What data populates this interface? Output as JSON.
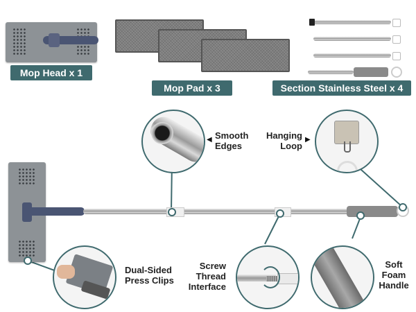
{
  "components": {
    "mop_head": "Mop Head x 1",
    "mop_pad": "Mop Pad x 3",
    "steel_sections": "Section Stainless Steel x 4"
  },
  "features": {
    "smooth_edges": "Smooth Edges",
    "hanging_loop": "Hanging Loop",
    "dual_sided": "Dual-Sided Press Clips",
    "screw_thread": "Screw Thread Interface",
    "soft_foam": "Soft Foam Handle"
  },
  "colors": {
    "badge": "#3f6a6e",
    "mop_body": "#8d9296",
    "handle_joint": "#4a5573"
  },
  "icons": [
    "arrow-left-icon",
    "arrow-right-icon",
    "rotate-icon",
    "hook-icon"
  ]
}
